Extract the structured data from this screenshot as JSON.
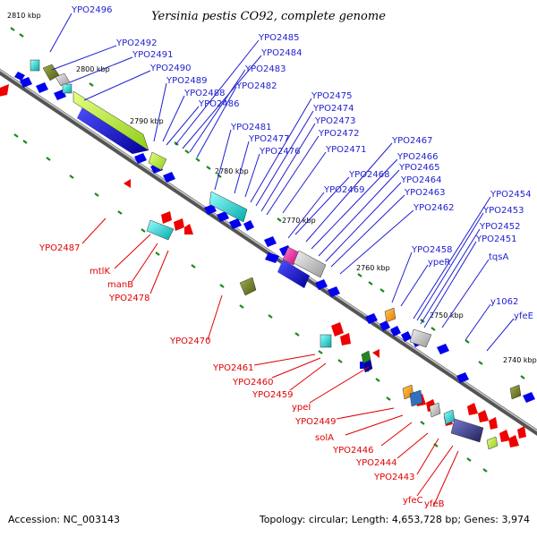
{
  "header": {
    "title": "Yersinia pestis CO92, complete genome"
  },
  "footer": {
    "accession": "Accession: NC_003143",
    "summary": "Topology: circular; Length: 4,653,728 bp; Genes: 3,974"
  },
  "ruler": [
    "2810 kbp",
    "2800 kbp",
    "2790 kbp",
    "2780 kbp",
    "2770 kbp",
    "2760 kbp",
    "2750 kbp",
    "2740 kbp"
  ],
  "labels_blue": [
    "YPO2496",
    "YPO2492",
    "YPO2491",
    "YPO2490",
    "YPO2489",
    "YPO2488",
    "YPO2486",
    "YPO2485",
    "YPO2484",
    "YPO2483",
    "YPO2482",
    "YPO2481",
    "YPO2477",
    "YPO2476",
    "YPO2475",
    "YPO2474",
    "YPO2473",
    "YPO2472",
    "YPO2471",
    "YPO2467",
    "YPO2466",
    "YPO2465",
    "YPO2464",
    "YPO2463",
    "YPO2462",
    "YPO2468",
    "YPO2469",
    "YPO2458",
    "ypeR",
    "YPO2454",
    "YPO2453",
    "YPO2452",
    "YPO2451",
    "tqsA",
    "y1062",
    "yfeE"
  ],
  "labels_red": [
    "YPO2487",
    "mtlK",
    "manB",
    "YPO2478",
    "YPO2470",
    "YPO2461",
    "YPO2460",
    "YPO2459",
    "ypeI",
    "YPO2449",
    "solA",
    "YPO2446",
    "YPO2444",
    "YPO2443",
    "yfeC",
    "yfeB"
  ],
  "colors": {
    "forward_arrow": "#0000ee",
    "reverse_arrow": "#ee0000",
    "backbone": "#888888",
    "forward_label": "#1e1ed0",
    "reverse_label": "#e00000",
    "tick": "#1a8a1a"
  }
}
